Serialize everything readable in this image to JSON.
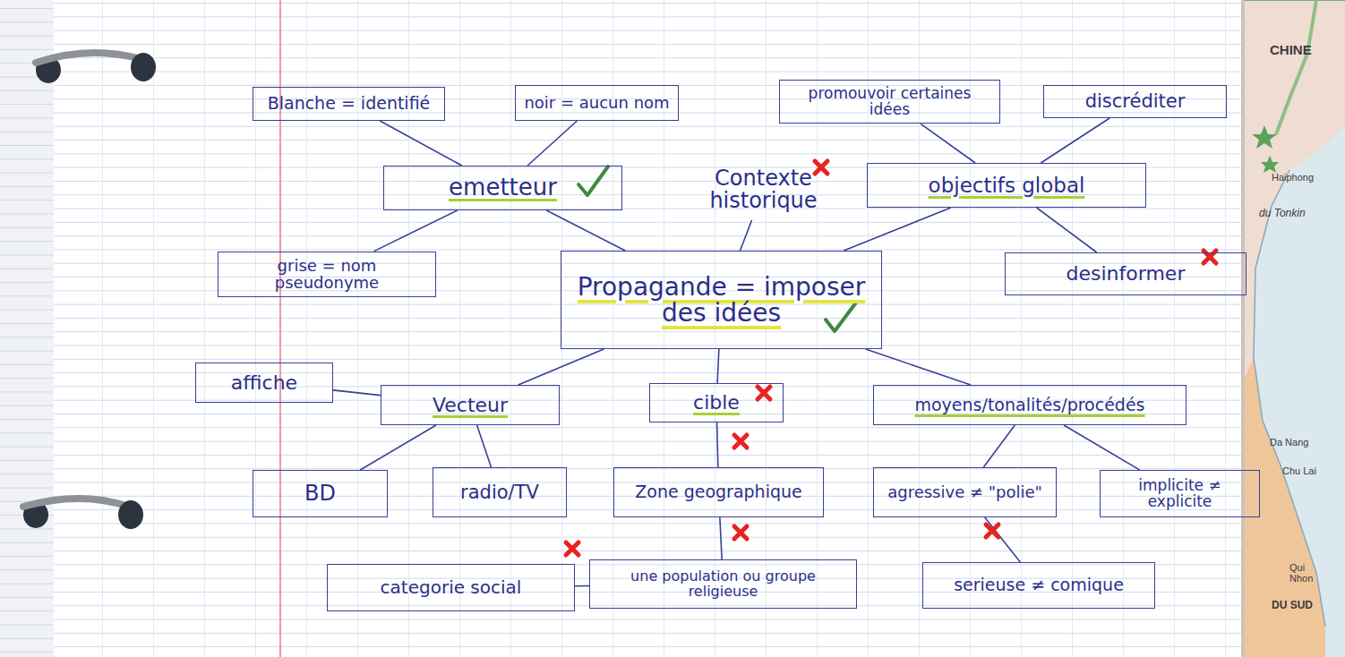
{
  "diagram": {
    "nodes": [
      {
        "text": [
          "Blanche = identifié"
        ]
      },
      {
        "text": [
          "noir = aucun nom"
        ]
      },
      {
        "text": [
          "promouvoir certaines idées"
        ]
      },
      {
        "text": [
          "discréditer"
        ]
      },
      {
        "text": [
          "emetteur"
        ]
      },
      {
        "text": [
          "Contexte historique"
        ]
      },
      {
        "text": [
          "objectifs global"
        ]
      },
      {
        "text": [
          "grise = nom pseudonyme"
        ]
      },
      {
        "text": [
          "Propagande = imposer des idées"
        ]
      },
      {
        "text": [
          "desinformer"
        ]
      },
      {
        "text": [
          "affiche"
        ]
      },
      {
        "text": [
          "Vecteur"
        ]
      },
      {
        "text": [
          "cible"
        ]
      },
      {
        "text": [
          "moyens/tonalités/procédés"
        ]
      },
      {
        "text": [
          "BD"
        ]
      },
      {
        "text": [
          "radio/TV"
        ]
      },
      {
        "text": [
          "Zone geographique"
        ]
      },
      {
        "text": [
          "agressive ≠ \"polie\""
        ]
      },
      {
        "text": [
          "implicite ≠ explicite"
        ]
      },
      {
        "text": [
          "categorie social"
        ]
      },
      {
        "text": [
          "une population ou groupe religieuse"
        ]
      },
      {
        "text": [
          "serieuse ≠ comique"
        ]
      }
    ],
    "edges": [
      {
        "from": 4,
        "to": 0,
        "arrow": "none"
      },
      {
        "from": 4,
        "to": 1,
        "arrow": "none"
      },
      {
        "from": 4,
        "to": 7,
        "arrow": "none"
      },
      {
        "from": 4,
        "to": 8,
        "arrow": "none"
      },
      {
        "from": 5,
        "to": 8,
        "arrow": "none"
      },
      {
        "from": 6,
        "to": 2,
        "arrow": "none"
      },
      {
        "from": 6,
        "to": 3,
        "arrow": "none"
      },
      {
        "from": 6,
        "to": 9,
        "arrow": "none"
      },
      {
        "from": 6,
        "to": 8,
        "arrow": "none"
      },
      {
        "from": 8,
        "to": 11,
        "arrow": "none"
      },
      {
        "from": 8,
        "to": 12,
        "arrow": "none"
      },
      {
        "from": 8,
        "to": 13,
        "arrow": "none"
      },
      {
        "from": 11,
        "to": 10,
        "arrow": "none"
      },
      {
        "from": 11,
        "to": 14,
        "arrow": "none"
      },
      {
        "from": 11,
        "to": 15,
        "arrow": "none"
      },
      {
        "from": 12,
        "to": 16,
        "arrow": "none"
      },
      {
        "from": 16,
        "to": 20,
        "arrow": "none"
      },
      {
        "from": 19,
        "to": 20,
        "arrow": "none"
      },
      {
        "from": 13,
        "to": 17,
        "arrow": "none"
      },
      {
        "from": 13,
        "to": 18,
        "arrow": "none"
      },
      {
        "from": 17,
        "to": 21,
        "arrow": "none"
      }
    ],
    "labels": [
      "CHINE",
      "Haiphong",
      "du Tonkin",
      "Da Nang",
      "Chu Lai",
      "Qui Nhon",
      "DU SUD"
    ]
  }
}
